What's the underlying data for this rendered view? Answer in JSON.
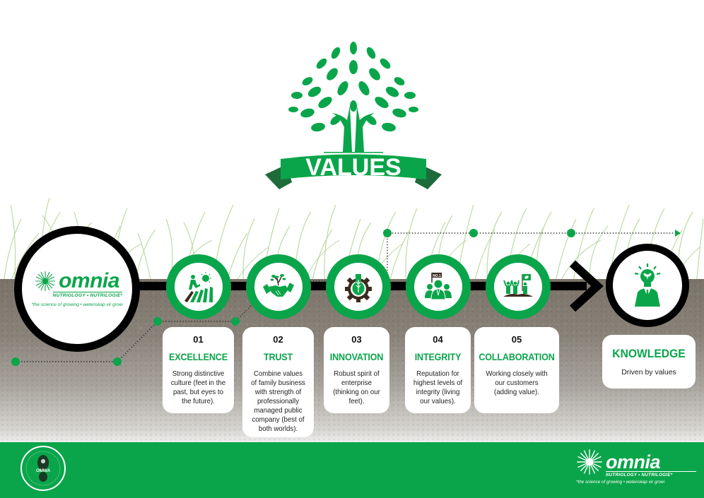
{
  "header": {
    "title": "VALUES",
    "emblem": "tree-with-hands-icon"
  },
  "brand": {
    "name": "omnia",
    "subtitle": "NUTRIOLOGY • NUTRILOGIE*",
    "tagline": "*the science of growing • wetenskap vir groei",
    "colors": {
      "primary_green": "#0aa54a",
      "dark_green": "#1e6b3a",
      "timeline_black": "#000000",
      "card_bg": "#ffffff"
    }
  },
  "values": [
    {
      "number": "01",
      "title": "EXCELLENCE",
      "description": "Strong distinctive culture (feet in the past, but eyes to the future).",
      "icon": "climber-over-sun-icon"
    },
    {
      "number": "02",
      "title": "TRUST",
      "description": "Combine values of family business with strength of professionally managed public company (best of both worlds).",
      "icon": "handshake-with-plant-icon"
    },
    {
      "number": "03",
      "title": "INNOVATION",
      "description": "Robust spirit of enterprise (thinking on our feet).",
      "icon": "gear-with-flask-icon"
    },
    {
      "number": "04",
      "title": "INTEGRITY",
      "description": "Reputation for highest levels of integrity (living our values).",
      "icon": "team-number-one-icon",
      "icon_flag_text": "NO.1"
    },
    {
      "number": "05",
      "title": "COLLABORATION",
      "description": "Working closely with our customers (adding value).",
      "icon": "team-with-leaf-flag-icon"
    }
  ],
  "outcome": {
    "title": "KNOWLEDGE",
    "description": "Driven by values",
    "icon": "lightbulb-head-person-icon"
  },
  "footer": {
    "seal_text": "OMNIA",
    "seal_icon": "footprint-seal-icon",
    "logo_name": "omnia",
    "logo_subtitle": "NUTRIOLOGY • NUTRILOGIE*",
    "logo_tagline": "*the science of growing • wetenskap vir groei"
  }
}
